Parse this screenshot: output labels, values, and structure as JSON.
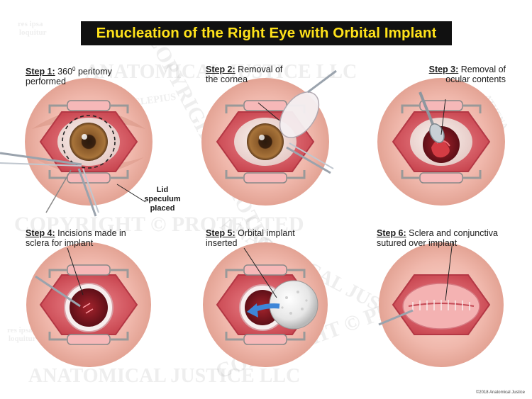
{
  "title": "Enucleation of the Right Eye with Orbital Implant",
  "steps": [
    {
      "prefix": "Step 1:",
      "line1": "360",
      "sup": "0",
      "line1_rest": " peritomy",
      "line2": "performed"
    },
    {
      "prefix": "Step 2:",
      "line1": " Removal of",
      "line2": "the cornea"
    },
    {
      "prefix": "Step 3:",
      "line1": " Removal of",
      "line2": "ocular contents"
    },
    {
      "prefix": "Step 4:",
      "line1": " Incisions made in",
      "line2": "sclera for implant"
    },
    {
      "prefix": "Step 5:",
      "line1": " Orbital implant",
      "line2": "inserted"
    },
    {
      "prefix": "Step 6:",
      "line1": " Sclera and conjunctiva",
      "line2": "sutured over implant"
    }
  ],
  "lid_label": [
    "Lid",
    "speculum",
    "placed"
  ],
  "watermark": {
    "text1": "COPYRIGHT © PROTECTED",
    "text2": "ANATOMICAL JUSTICE LLC",
    "seal_text": "ASCLEPIUS",
    "seal_text2": "ATHENA",
    "motto": [
      "res ipsa",
      "loquitur"
    ]
  },
  "copyright": "©2018 Anatomical Justice",
  "colors": {
    "title_bg": "#111111",
    "title_fg": "#ffe21a",
    "skin": "#f2bdb2",
    "flesh": "#e2707a",
    "iris": "#8a5a2a",
    "blood": "#c0282e"
  }
}
